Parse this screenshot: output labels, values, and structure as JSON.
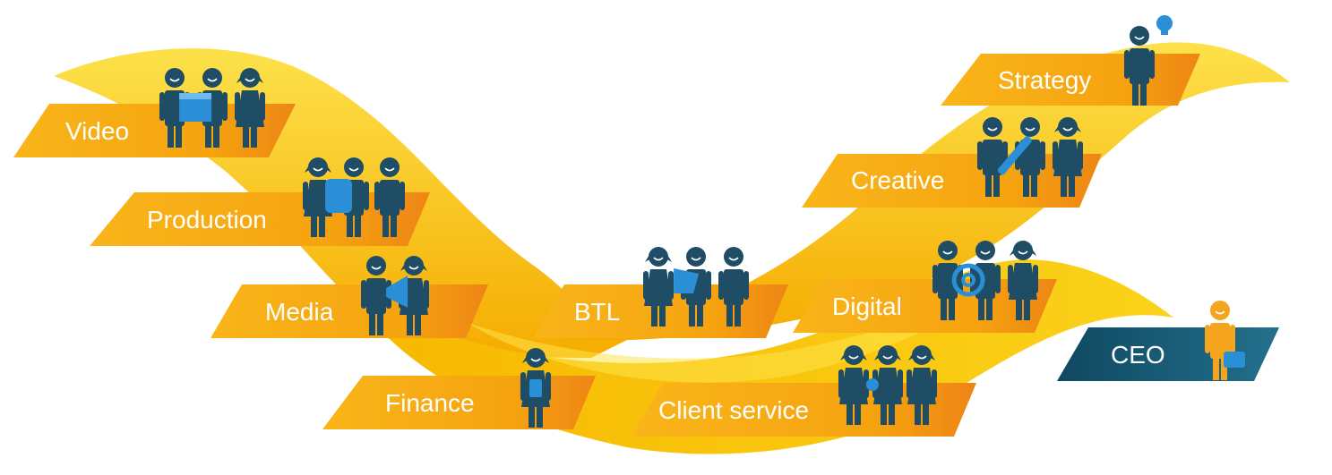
{
  "departments": [
    {
      "id": "video",
      "label": "Video",
      "people": [
        "male",
        "male",
        "female"
      ],
      "prop": "clapperboard-icon"
    },
    {
      "id": "production",
      "label": "Production",
      "people": [
        "female",
        "male",
        "male"
      ],
      "prop": "script-scroll-icon"
    },
    {
      "id": "media",
      "label": "Media",
      "people": [
        "male",
        "female"
      ],
      "prop": "megaphone-icon"
    },
    {
      "id": "finance",
      "label": "Finance",
      "people": [
        "female"
      ],
      "prop": "calculator-icon"
    },
    {
      "id": "btl",
      "label": "BTL",
      "people": [
        "female",
        "male",
        "male"
      ],
      "prop": "flag-icon"
    },
    {
      "id": "client-service",
      "label": "Client service",
      "people": [
        "female",
        "female",
        "female"
      ],
      "prop": "headset-icon"
    },
    {
      "id": "digital",
      "label": "Digital",
      "people": [
        "male",
        "male",
        "female"
      ],
      "prop": "at-sign-icon"
    },
    {
      "id": "creative",
      "label": "Creative",
      "people": [
        "male",
        "male",
        "female"
      ],
      "prop": "pencil-icon"
    },
    {
      "id": "strategy",
      "label": "Strategy",
      "people": [
        "male"
      ],
      "prop": "lightbulb-icon"
    }
  ],
  "ceo": {
    "label": "CEO",
    "prop": "briefcase-icon"
  },
  "colors": {
    "ribbon": "#f7b500",
    "ribbon_light": "#fcd31c",
    "label_bg": "#f5a70e",
    "label_bg_dark": "#ee8a16",
    "figure": "#1f4d66",
    "prop": "#2a8fd6",
    "ceo_bg": "#1c5a73",
    "ceo_figure": "#f5a51d"
  }
}
